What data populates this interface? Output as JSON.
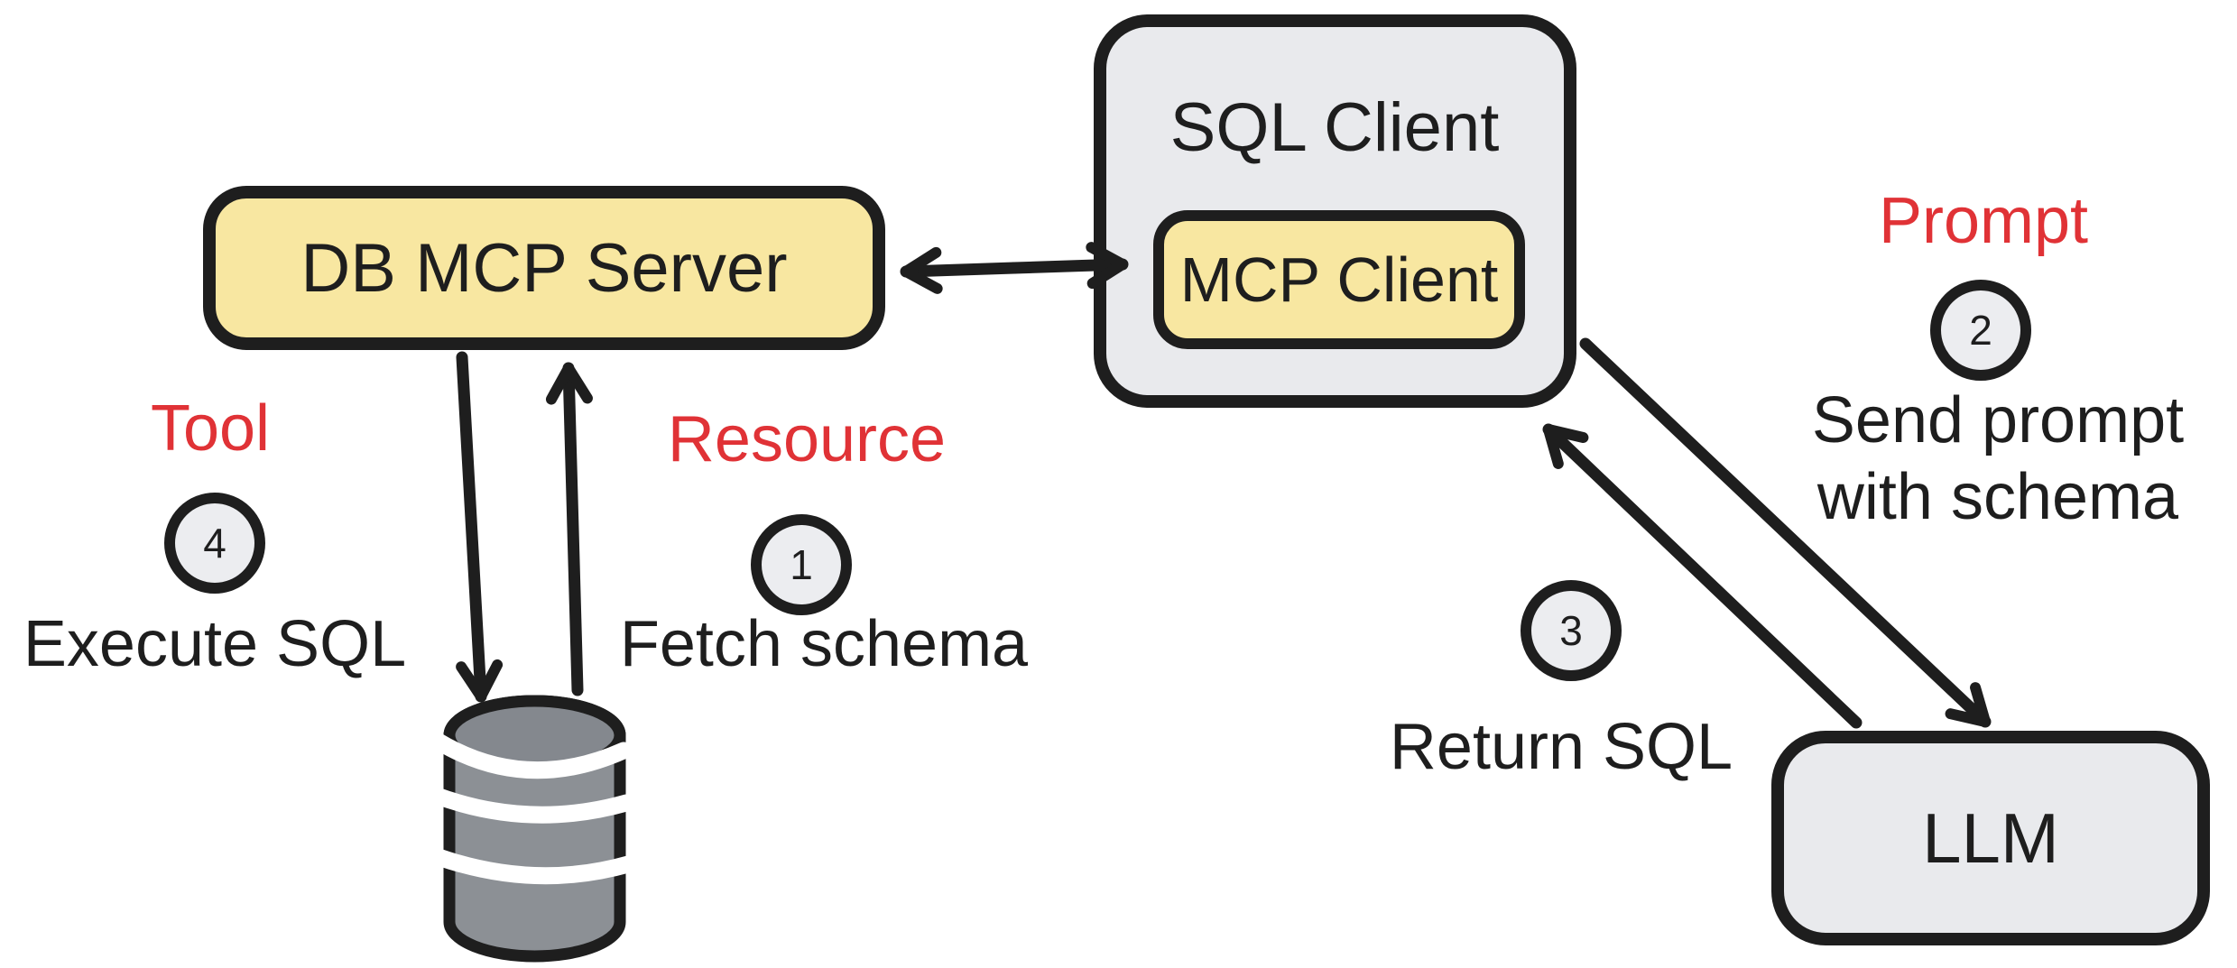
{
  "colors": {
    "background": "#FFFFFF",
    "stroke": "#1E1E1E",
    "node_yellow": "#F8E7A1",
    "node_gray": "#E9EAED",
    "badge_gray": "#ECEDF0",
    "label_red": "#E03236",
    "cylinder_gray": "#8C9095",
    "cylinder_top_gray": "#84888E",
    "cylinder_stripe": "#FFFFFF"
  },
  "nodes": {
    "db_mcp_server": {
      "label": "DB MCP Server"
    },
    "sql_client": {
      "label": "SQL Client"
    },
    "mcp_client": {
      "label": "MCP Client"
    },
    "llm": {
      "label": "LLM"
    },
    "database": {
      "icon": "database-cylinder"
    }
  },
  "steps": {
    "fetch_schema": {
      "number": "1",
      "category": "Resource",
      "label": "Fetch schema"
    },
    "send_prompt": {
      "number": "2",
      "category": "Prompt",
      "lines": [
        "Send prompt",
        "with schema"
      ]
    },
    "return_sql": {
      "number": "3",
      "label": "Return SQL"
    },
    "execute_sql": {
      "number": "4",
      "category": "Tool",
      "label": "Execute SQL"
    }
  }
}
